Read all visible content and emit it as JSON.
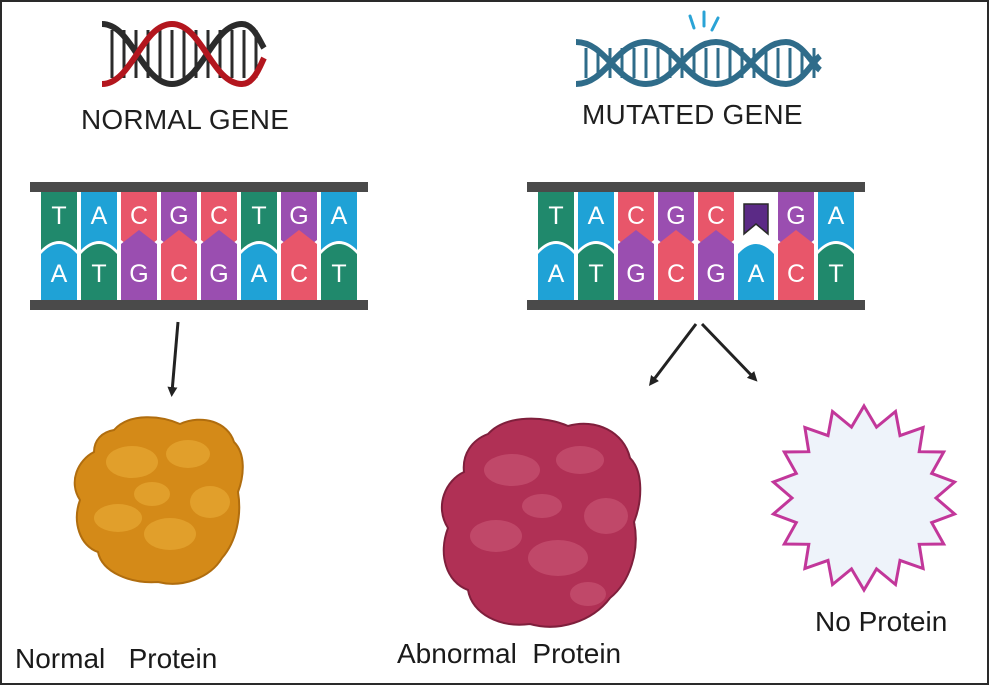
{
  "titles": {
    "normal": "NORMAL GENE",
    "mutated": "MUTATED GENE"
  },
  "captions": {
    "normal_protein": "Normal   Protein",
    "abnormal_protein": "Abnormal  Protein",
    "no_protein": "No Protein"
  },
  "colors": {
    "A": "#1fa2d6",
    "T": "#20896c",
    "C": "#e8566a",
    "G": "#9a4eb0",
    "mutation": "#5b2a86",
    "helix_normal_dark": "#2b2b2b",
    "helix_normal_red": "#b3161e",
    "helix_mutated": "#2f6c8a",
    "normal_protein": "#d48a18",
    "abnormal_protein": "#b03055",
    "no_protein_outline": "#c2379a",
    "no_protein_fill": "#eef3fa"
  },
  "normal_sequence": {
    "top": [
      "T",
      "A",
      "C",
      "G",
      "C",
      "T",
      "G",
      "A"
    ],
    "bottom": [
      "A",
      "T",
      "G",
      "C",
      "G",
      "A",
      "C",
      "T"
    ]
  },
  "mutated_sequence": {
    "top": [
      "T",
      "A",
      "C",
      "G",
      "C",
      "",
      "G",
      "A"
    ],
    "bottom": [
      "A",
      "T",
      "G",
      "C",
      "G",
      "A",
      "C",
      "T"
    ],
    "mutation_index": 5
  }
}
